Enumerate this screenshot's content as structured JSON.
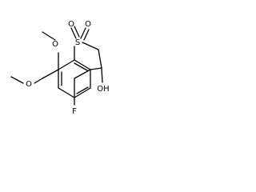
{
  "molecule": {
    "atoms": {
      "methoxy_top_o": "O",
      "methoxy_left_o": "O",
      "sulfur": "S",
      "sulfonyl_o_left": "O",
      "sulfonyl_o_right": "O",
      "fluorine": "F",
      "hydroxyl": "OH"
    }
  }
}
